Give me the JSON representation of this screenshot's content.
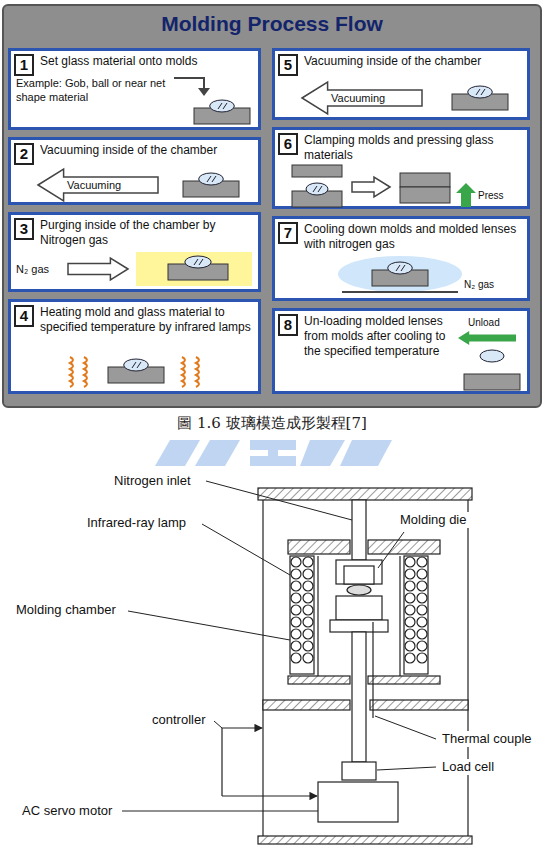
{
  "diagram": {
    "title": "Molding Process Flow",
    "caption": "圖 1.6 玻璃模造成形製程[7]",
    "nodes": [
      {
        "text": [
          "1",
          "Set glass material onto molds",
          "Example: Gob, ball or near net shape material"
        ]
      },
      {
        "text": [
          "2",
          "Vacuuming inside of the chamber",
          "Vacuuming"
        ]
      },
      {
        "text": [
          "3",
          "Purging inside of the chamber by Nitrogen gas",
          "N₂ gas"
        ]
      },
      {
        "text": [
          "4",
          "Heating mold and glass material to specified temperature by infrared lamps"
        ]
      },
      {
        "text": [
          "5",
          "Vacuuming inside of the chamber",
          "Vacuuming"
        ]
      },
      {
        "text": [
          "6",
          "Clamping molds and pressing glass materials",
          "Press"
        ]
      },
      {
        "text": [
          "7",
          "Cooling down molds and molded lenses with nitrogen gas",
          "N₂ gas"
        ]
      },
      {
        "text": [
          "8",
          "Un-loading molded lenses from molds after cooling to the specified temperature",
          "Unload"
        ]
      }
    ],
    "labels": [
      "Nitrogen inlet",
      "Molding die",
      "Infrared-ray lamp",
      "Molding chamber",
      "controller",
      "Thermal couple",
      "Load cell",
      "AC servo motor"
    ]
  }
}
